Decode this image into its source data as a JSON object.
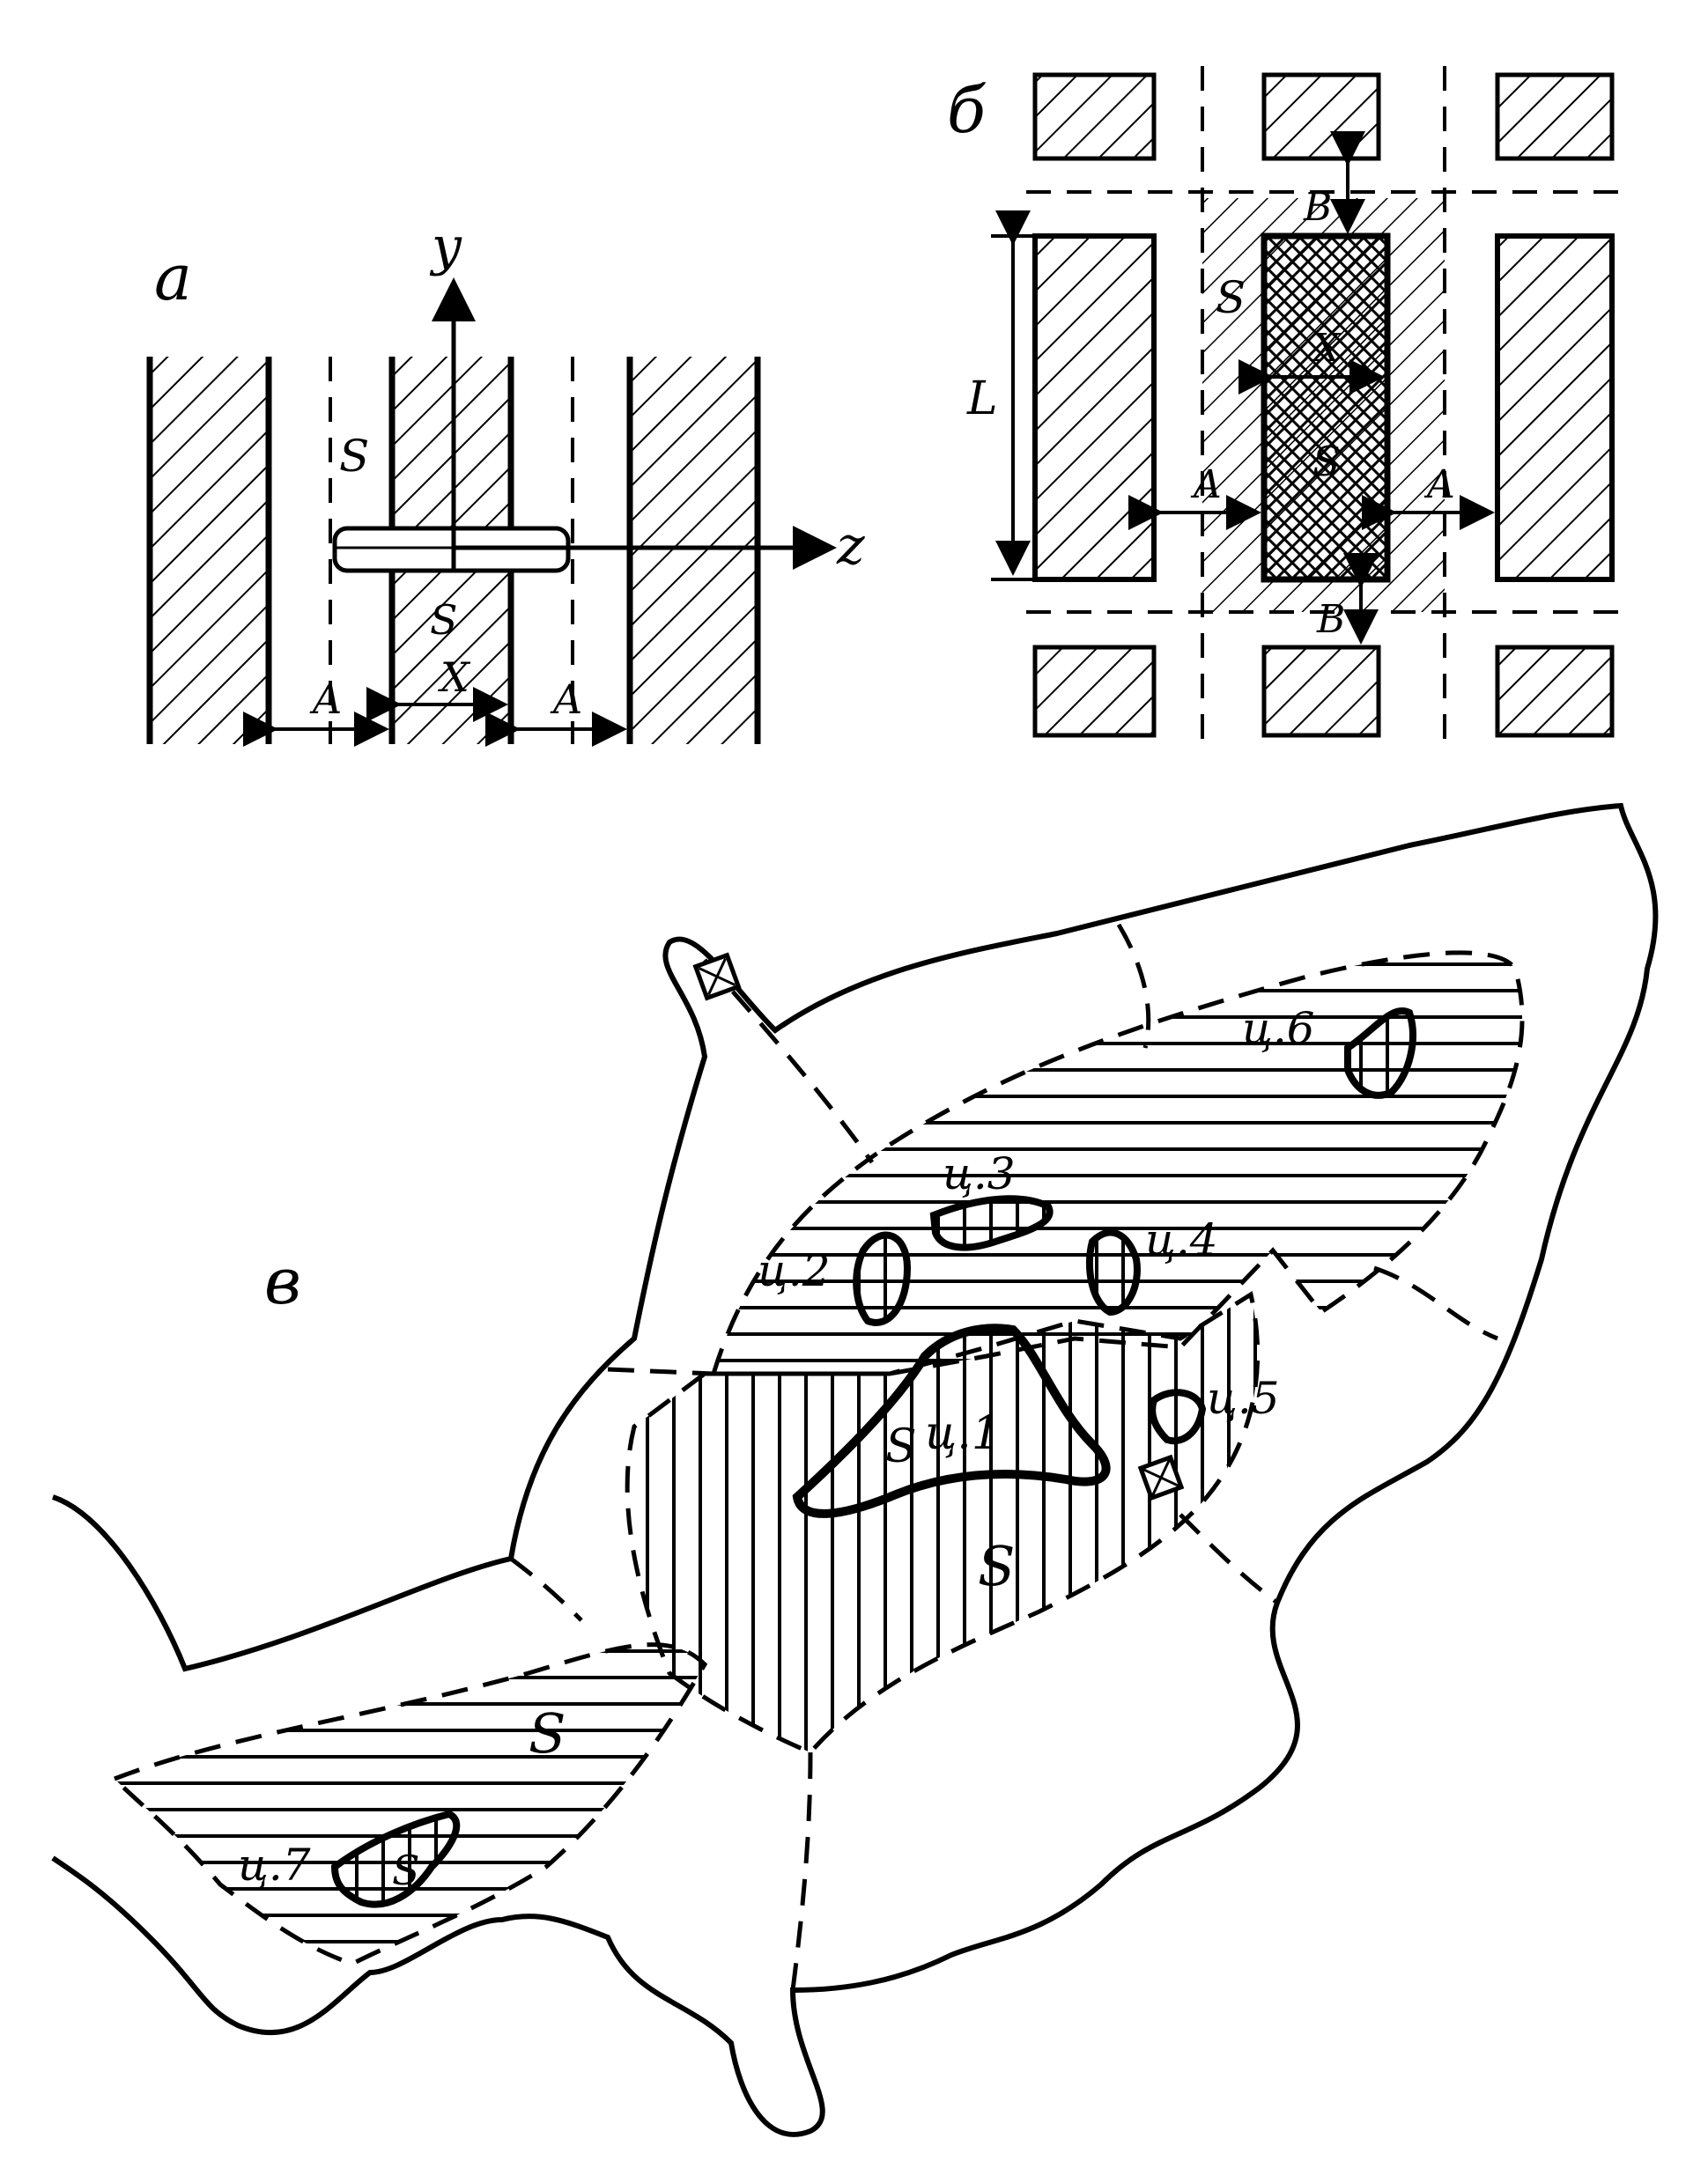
{
  "panels": {
    "a": {
      "label": "а",
      "axis_y": "y",
      "axis_z": "z",
      "region": "S",
      "region_small": "S",
      "dim_a": "A",
      "dim_x": "X"
    },
    "b": {
      "label": "б",
      "region": "S",
      "region_inner": "S",
      "dim_x": "X",
      "dim_l": "L",
      "dim_a": "A",
      "dim_b": "B"
    },
    "c": {
      "label": "в",
      "region": "S",
      "centers": [
        "ц.1",
        "ц.2",
        "ц.3",
        "ц.4",
        "ц.5",
        "ц.6",
        "ц.7"
      ]
    }
  }
}
